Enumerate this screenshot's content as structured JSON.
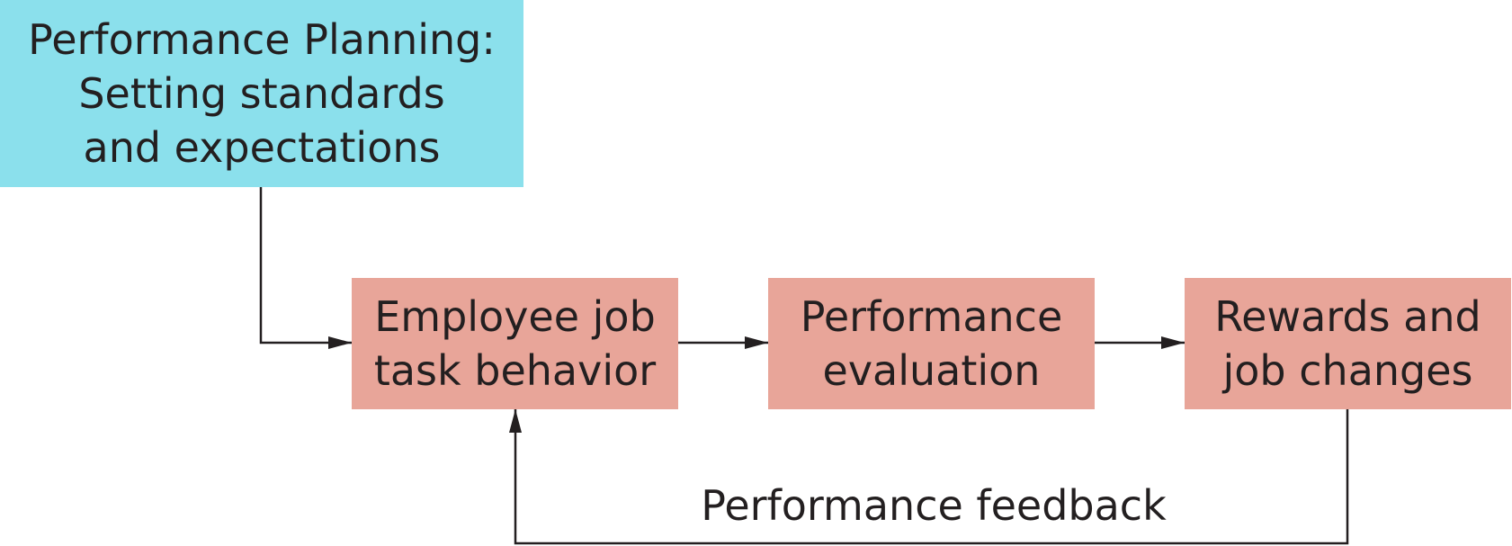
{
  "colors": {
    "planning_fill": "#8be0ec",
    "step_fill": "#e8a599",
    "stroke": "#231f20",
    "text": "#231f20"
  },
  "planning": {
    "lines": [
      "Performance Planning:",
      "Setting standards",
      "and expectations"
    ]
  },
  "steps": [
    {
      "lines": [
        "Employee job",
        "task behavior"
      ]
    },
    {
      "lines": [
        "Performance",
        "evaluation"
      ]
    },
    {
      "lines": [
        "Rewards and",
        "job changes"
      ]
    }
  ],
  "feedback": {
    "label": "Performance feedback"
  }
}
